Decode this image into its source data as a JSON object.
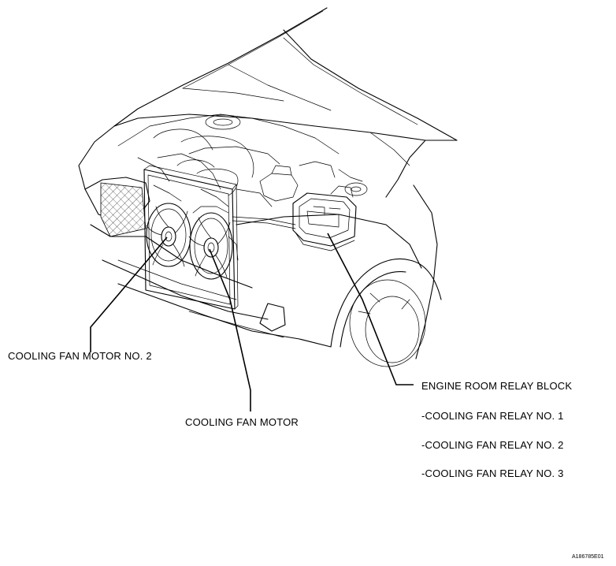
{
  "labels": {
    "cooling_fan_motor_no2": "COOLING FAN MOTOR NO. 2",
    "cooling_fan_motor": "COOLING FAN MOTOR",
    "engine_room_relay_block": "ENGINE ROOM RELAY BLOCK",
    "relay_items": [
      "-COOLING FAN RELAY NO. 1",
      "-COOLING FAN RELAY NO. 2",
      "-COOLING FAN RELAY NO. 3"
    ]
  },
  "figure_code": "A186785E01"
}
